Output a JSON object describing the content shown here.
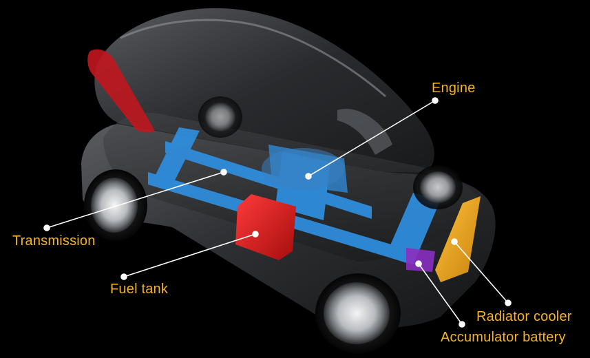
{
  "diagram": {
    "colors": {
      "background": "#000000",
      "label_text": "#f5b324",
      "leader_line": "#ffffff",
      "chassis_frame": "#2f8fe0",
      "fuel_tank": "#d11a1a",
      "radiator_cooler": "#f2a81f",
      "accumulator_battery": "#8a2fc0",
      "car_body": "#2b2c2e"
    },
    "labels": {
      "engine": "Engine",
      "transmission": "Transmission",
      "fuel_tank": "Fuel tank",
      "radiator_cooler": "Radiator cooler",
      "accumulator_battery": "Accumulator battery"
    }
  }
}
